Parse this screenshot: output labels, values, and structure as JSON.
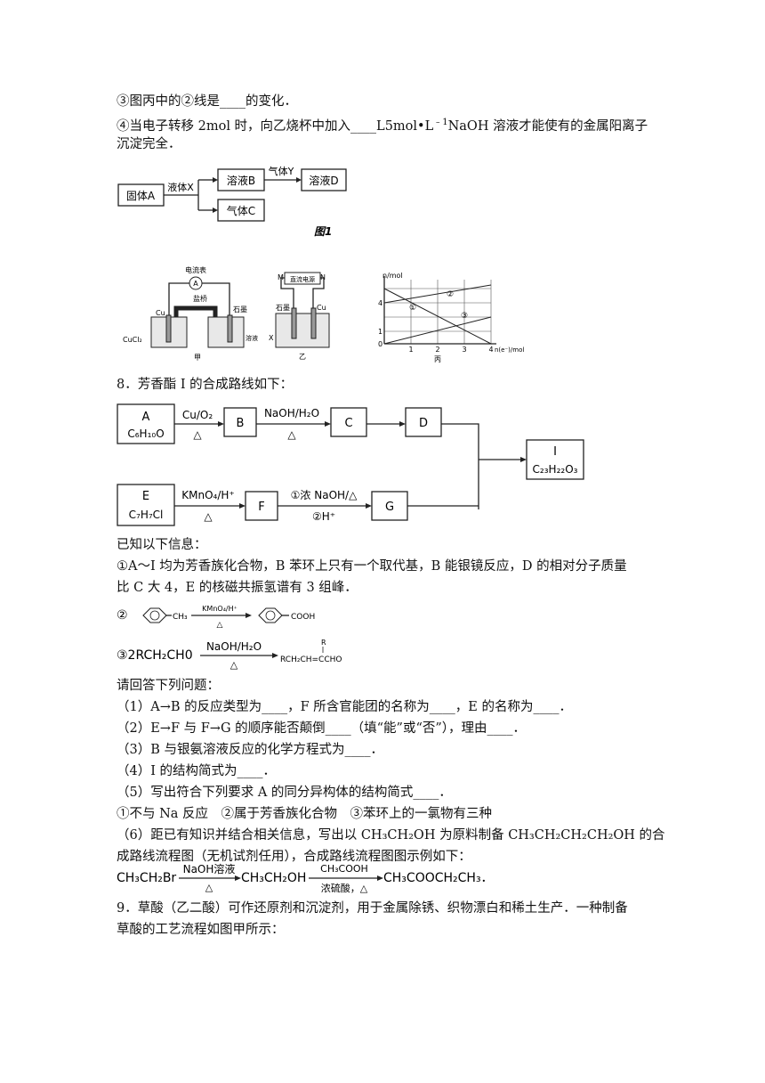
{
  "q7": {
    "line3": "③图丙中的②线是____的变化．",
    "line4a": "④当电子转移 2mol 时，向乙烧杯中加入____L5mol•L",
    "line4b": "NaOH 溶液才能使有的金属阳离子",
    "line4sup": "﹣1",
    "line5": "沉淀完全．",
    "fig1": {
      "solidA": "固体A",
      "liquidX": "液体X",
      "solB": "溶液B",
      "gasY": "气体Y",
      "solD": "溶液D",
      "gasC": "气体C",
      "caption": "图1"
    },
    "cell_jia": {
      "ammeter": "电流表",
      "A": "A",
      "bridge": "盐桥",
      "cu": "Cu",
      "graphite": "石墨",
      "cucl2": "CuCl₂",
      "solX": "溶液X",
      "label": "甲"
    },
    "cell_yi": {
      "M": "M",
      "N": "N",
      "dc": "直流电源",
      "graphite": "石墨",
      "cu": "Cu",
      "X": "X",
      "label": "乙"
    },
    "graph_bing": {
      "ylabel": "n/mol",
      "xlabel": "n(e⁻)/mol",
      "label": "丙",
      "yticks": [
        "4",
        "1",
        "0"
      ],
      "xticks": [
        "1",
        "2",
        "3",
        "4"
      ],
      "lines": [
        "①",
        "②",
        "③"
      ]
    }
  },
  "q8": {
    "title": "8．芳香酯 I 的合成路线如下：",
    "A": "A",
    "A_formula": "C₆H₁₀O",
    "reagent_AB": "Cu/O₂",
    "heat": "△",
    "B": "B",
    "reagent_BC": "NaOH/H₂O",
    "C": "C",
    "D": "D",
    "I": "I",
    "I_formula": "C₂₃H₂₂O₃",
    "E": "E",
    "E_formula": "C₇H₇Cl",
    "reagent_EF": "KMnO₄/H⁺",
    "F": "F",
    "reagent_FG1": "①浓 NaOH/△",
    "reagent_FG2": "②H⁺",
    "G": "G",
    "known": "已知以下信息：",
    "info1a": "①A～I 均为芳香族化合物，B 苯环上只有一个取代基，B 能银镜反应，D 的相对分子质量",
    "info1b": "比 C 大 4，E 的核磁共振氢谱有 3 组峰．",
    "info2_num": "②",
    "info2_ch3": "CH₃",
    "info2_reagent": "KMnO₄/H⁺",
    "info2_cooh": "COOH",
    "info3_lhs": "③2RCH₂CH0",
    "info3_reagent": "NaOH/H₂O",
    "info3_R": "R",
    "info3_rhs": "RCH₂CH=CCHO",
    "ask": "请回答下列问题：",
    "qs": [
      "（1）A→B 的反应类型为____，F 所含官能团的名称为____，E 的名称为____．",
      "（2）E→F 与 F→G 的顺序能否颠倒____（填“能”或“否”），理由____．",
      "（3）B 与银氨溶液反应的化学方程式为____．",
      "（4）I 的结构简式为____．",
      "（5）写出符合下列要求 A 的同分异构体的结构简式____．",
      "①不与 Na 反应　②属于芳香族化合物　③苯环上的一氯物有三种",
      "（6）距已有知识并结合相关信息，写出以 CH₃CH₂OH 为原料制备 CH₃CH₂CH₂CH₂OH 的合",
      "成路线流程图（无机试剂任用），合成路线流程图图示例如下："
    ],
    "ex_lhs": "CH₃CH₂Br",
    "ex_r1_top": "NaOH溶液",
    "ex_r1_bot": "△",
    "ex_mid": "CH₃CH₂OH",
    "ex_r2_top": "CH₃COOH",
    "ex_r2_bot": "浓硫酸，△",
    "ex_rhs": "CH₃COOCH₂CH₃．"
  },
  "q9": {
    "line1": "9．草酸（乙二酸）可作还原剂和沉淀剂，用于金属除锈、织物漂白和稀土生产．一种制备",
    "line2": "草酸的工艺流程如图甲所示："
  }
}
